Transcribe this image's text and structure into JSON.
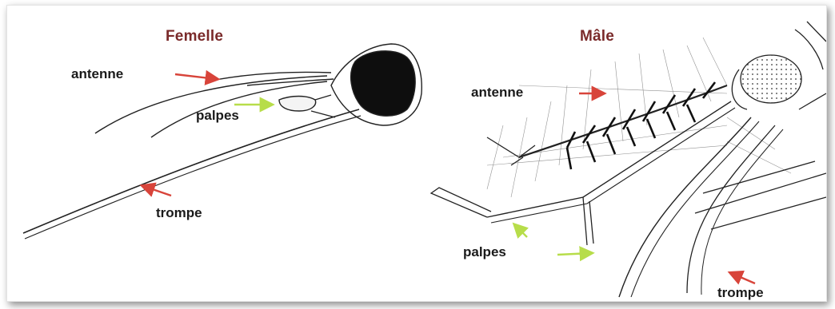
{
  "panels": {
    "female": {
      "title": "Femelle",
      "labels": {
        "antenne": "antenne",
        "palpes": "palpes",
        "trompe": "trompe"
      }
    },
    "male": {
      "title": "Mâle",
      "labels": {
        "antenne": "antenne",
        "palpes": "palpes",
        "trompe": "trompe"
      }
    }
  },
  "colors": {
    "arrow_red": "#d8443a",
    "arrow_green": "#b7dd4a",
    "title": "#7a2a2a"
  }
}
